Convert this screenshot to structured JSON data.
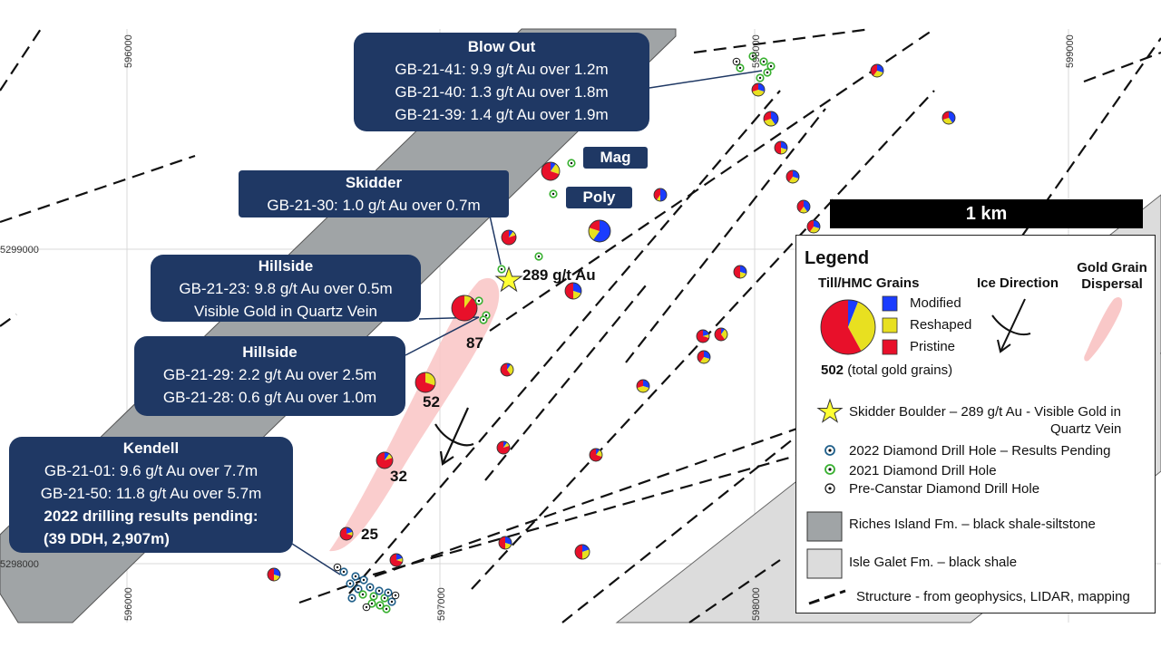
{
  "map": {
    "easting_labels": [
      "596000",
      "598000",
      "599000",
      "596000",
      "597000",
      "598000"
    ],
    "northing_labels": [
      "5299000",
      "5298000"
    ],
    "value_labels": [
      "87",
      "52",
      "32",
      "25"
    ],
    "assay_label": "289 g/t Au",
    "tags": {
      "mag": "Mag",
      "poly": "Poly"
    }
  },
  "callouts": {
    "blow_out": {
      "title": "Blow Out",
      "lines": [
        "GB-21-41: 9.9 g/t Au over 1.2m",
        "GB-21-40: 1.3 g/t Au over 1.8m",
        "GB-21-39: 1.4 g/t Au over 1.9m"
      ]
    },
    "skidder": {
      "title": "Skidder",
      "lines": [
        "GB-21-30: 1.0 g/t Au over 0.7m"
      ]
    },
    "hillside_a": {
      "title": "Hillside",
      "lines": [
        "GB-21-23: 9.8 g/t Au over 0.5m",
        "Visible Gold in Quartz Vein"
      ]
    },
    "hillside_b": {
      "title": "Hillside",
      "lines": [
        "GB-21-29: 2.2 g/t Au over 2.5m",
        "GB-21-28: 0.6 g/t Au over 1.0m"
      ]
    },
    "kendell": {
      "title": "Kendell",
      "lines": [
        "GB-21-01: 9.6 g/t Au over 7.7m",
        "GB-21-50: 11.8 g/t Au over 5.7m"
      ],
      "bold_lines": [
        "2022 drilling results pending:",
        "(39 DDH, 2,907m)"
      ]
    }
  },
  "scale_bar": "1 km",
  "legend": {
    "title": "Legend",
    "till_title": "Till/HMC Grains",
    "ice_title": "Ice Direction",
    "dispersal_title": "Gold Grain Dispersal",
    "modified": "Modified",
    "reshaped": "Reshaped",
    "pristine": "Pristine",
    "total_value": "502",
    "total_text": "(total gold grains)",
    "boulder_line1": "Skidder Boulder – 289 g/t Au - Visible Gold in",
    "boulder_line2": "Quartz Vein",
    "ddh_2022": "2022 Diamond Drill Hole – Results  Pending",
    "ddh_2021": "2021 Diamond Drill Hole",
    "ddh_pre": "Pre-Canstar Diamond Drill Hole",
    "riches": "Riches Island Fm. – black shale-siltstone",
    "isle": "Isle Galet Fm. – black shale",
    "structure": "Structure - from geophysics, LIDAR, mapping"
  },
  "colors": {
    "modified": "#1a3cff",
    "reshaped": "#e8e020",
    "pristine": "#e8102a",
    "riches_fm": "#a0a4a6",
    "isle_fm": "#dcdcdc",
    "callout_bg": "#1f3864",
    "dispersal": "#f9c8c8",
    "ddh_2021": "#38b030",
    "ddh_2022": "#1f5f8a",
    "star": "#ffff33"
  },
  "pie_chart": {
    "legend_example": {
      "modified": 6,
      "reshaped": 36,
      "pristine": 58
    }
  }
}
